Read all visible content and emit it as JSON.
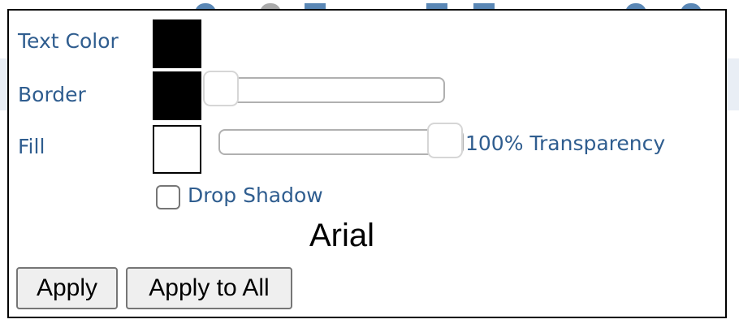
{
  "dialog": {
    "text_color_label": "Text Color",
    "border_label": "Border",
    "fill_label": "Fill",
    "text_color": "#000000",
    "border_color": "#000000",
    "fill_color": "#ffffff",
    "border_width_fraction": 0,
    "fill_transparency_percent": 100,
    "transparency_label": "100% Transparency",
    "drop_shadow_label": "Drop Shadow",
    "drop_shadow_checked": false,
    "font_name": "Arial",
    "apply_label": "Apply",
    "apply_all_label": "Apply to All"
  }
}
